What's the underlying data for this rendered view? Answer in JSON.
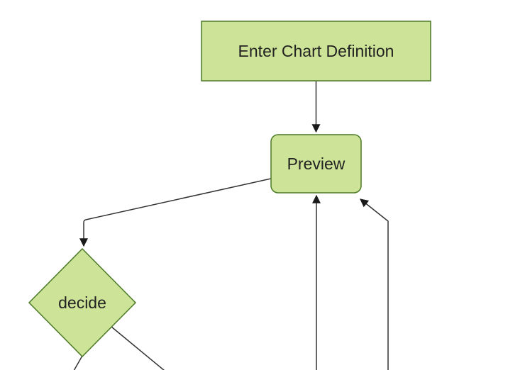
{
  "diagram": {
    "kind": "flowchart",
    "orientation": "top-down",
    "nodes": {
      "enter_chart_definition": {
        "label": "Enter Chart Definition",
        "shape": "rectangle"
      },
      "preview": {
        "label": "Preview",
        "shape": "rounded-rectangle"
      },
      "decide": {
        "label": "decide",
        "shape": "diamond"
      }
    },
    "edges": [
      {
        "from": "enter_chart_definition",
        "to": "preview",
        "arrow": true
      },
      {
        "from": "preview",
        "to": "decide",
        "arrow": true
      },
      {
        "from": "decide",
        "to": "offscreen-bottom-left",
        "arrow": false
      },
      {
        "from": "decide",
        "to": "offscreen-bottom",
        "arrow": false
      },
      {
        "from": "offscreen-bottom",
        "to": "preview",
        "arrow": true
      },
      {
        "from": "offscreen-bottom-right",
        "to": "preview",
        "arrow": true
      }
    ],
    "colors": {
      "node_fill": "#cde498",
      "node_border": "#4c7a27",
      "edge_line": "#333333",
      "arrowhead": "#1a1a1a",
      "label_text": "#222222",
      "background": "#ffffff"
    }
  }
}
